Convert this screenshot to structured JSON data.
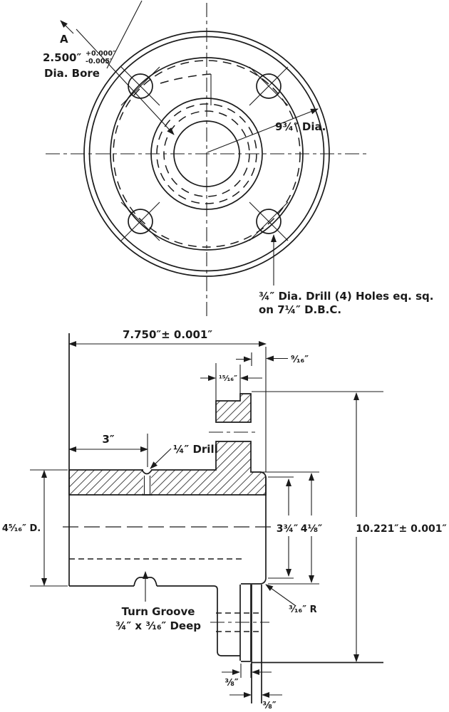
{
  "title": "Flanged hub engineering drawing",
  "colors": {
    "ink": "#1b1b1b",
    "background": "#ffffff"
  },
  "front_view": {
    "datum_label": "A",
    "bore_dim": "2.500″",
    "bore_tol_plus": "+0.000″",
    "bore_tol_minus": "-0.005″",
    "bore_label": "Dia. Bore",
    "flange_dia_label": "9¾″ Dia.",
    "holes_note_line1": "¾″ Dia. Drill (4) Holes eq. sq.",
    "holes_note_line2": "on 7¼″ D.B.C."
  },
  "section_view": {
    "overall_width": "7.750″± 0.001″",
    "boss_length": "⁹⁄₁₆″",
    "flange_thickness": "¹⁵⁄₁₆″",
    "drill_position": "3″",
    "drill_label": "¼″ Drill",
    "face_flat_dia": "3¾″",
    "boss_dia": "4⅛″",
    "disc_dia": "10.221″± 0.001″",
    "barrel_dia": "4⁵⁄₁₆″ D.",
    "groove_label_line1": "Turn Groove",
    "groove_label_line2": "¾″ x ³⁄₁₆″ Deep",
    "fillet_radius": "³⁄₁₆″ R",
    "disc_a_thickness": "⅜″",
    "disc_b_thickness": "⅜″"
  }
}
